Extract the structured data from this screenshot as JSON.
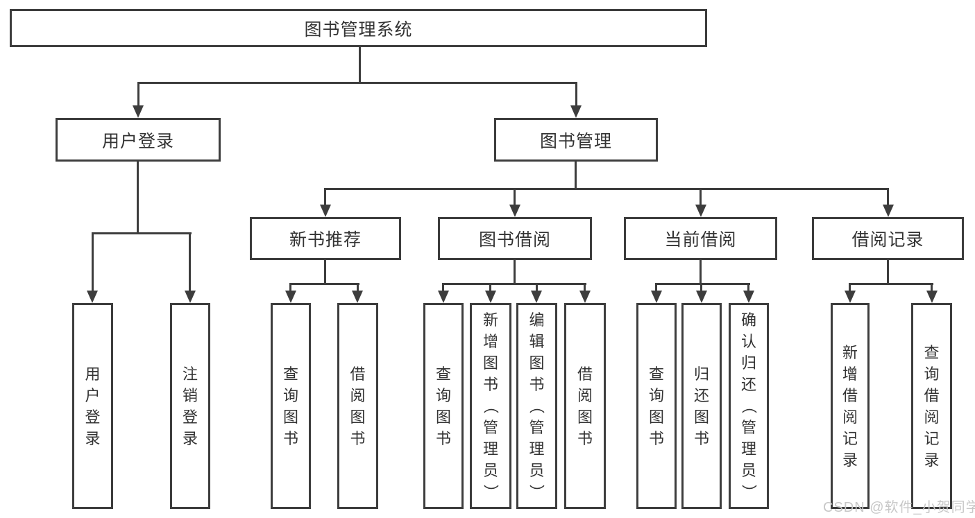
{
  "tree": {
    "label": "图书管理系统",
    "children": [
      {
        "label": "用户登录",
        "children": [
          {
            "label": "用户登录"
          },
          {
            "label": "注销登录"
          }
        ]
      },
      {
        "label": "图书管理",
        "children": [
          {
            "label": "新书推荐",
            "children": [
              {
                "label": "查询图书"
              },
              {
                "label": "借阅图书"
              }
            ]
          },
          {
            "label": "图书借阅",
            "children": [
              {
                "label": "查询图书"
              },
              {
                "label": "新增图书（管理员）"
              },
              {
                "label": "编辑图书（管理员）"
              },
              {
                "label": "借阅图书"
              }
            ]
          },
          {
            "label": "当前借阅",
            "children": [
              {
                "label": "查询图书"
              },
              {
                "label": "归还图书"
              },
              {
                "label": "确认归还（管理员）"
              }
            ]
          },
          {
            "label": "借阅记录",
            "children": [
              {
                "label": "新增借阅记录"
              },
              {
                "label": "查询借阅记录"
              }
            ]
          }
        ]
      }
    ]
  },
  "watermark": "CSDN @软件_小贺同学",
  "colors": {
    "line": "#3d3d3d",
    "text": "#333333",
    "background": "#ffffff",
    "watermark": "#c8c8c8"
  }
}
